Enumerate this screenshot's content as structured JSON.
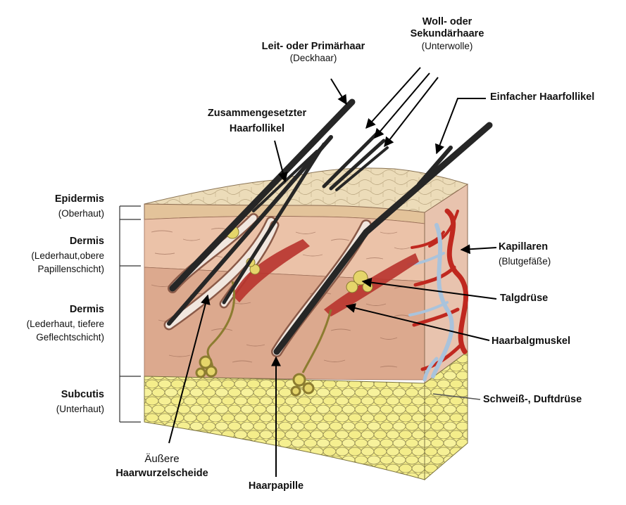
{
  "labels": {
    "primary_hair": {
      "title": "Leit- oder Primärhaar",
      "sub": "(Deckhaar)"
    },
    "secondary_hair": {
      "title_line1": "Woll- oder",
      "title_line2": "Sekundärhaare",
      "sub": "(Unterwolle)"
    },
    "simple_follicle": {
      "title": "Einfacher Haarfollikel"
    },
    "compound_follicle": {
      "title_line1": "Zusammengesetzter",
      "title_line2": "Haarfollikel"
    },
    "epidermis": {
      "title": "Epidermis",
      "sub": "(Oberhaut)"
    },
    "dermis_upper": {
      "title": "Dermis",
      "sub_line1": "(Lederhaut,obere",
      "sub_line2": "Papillenschicht)"
    },
    "dermis_lower": {
      "title": "Dermis",
      "sub_line1": "(Lederhaut, tiefere",
      "sub_line2": "Geflechtschicht)"
    },
    "subcutis": {
      "title": "Subcutis",
      "sub": "(Unterhaut)"
    },
    "capillaries": {
      "title": "Kapillaren",
      "sub": "(Blutgefäße)"
    },
    "sebaceous_gland": {
      "title": "Talgdrüse"
    },
    "arrector_muscle": {
      "title": "Haarbalgmuskel"
    },
    "sweat_gland": {
      "title": "Schweiß-, Duftdrüse"
    },
    "outer_root_sheath": {
      "title_line1": "Äußere",
      "title_line2": "Haarwurzelscheide"
    },
    "hair_papilla": {
      "title": "Haarpapille"
    }
  },
  "colors": {
    "epidermis": "#e6d3ad",
    "dermis_upper": "#e9bfa6",
    "dermis_lower": "#dba98f",
    "subcutis_fat": "#f2e97a",
    "hair": "#262626",
    "muscle": "#b8332c",
    "artery": "#c0281f",
    "vein": "#a9c3dc",
    "gland": "#e5d56a"
  }
}
